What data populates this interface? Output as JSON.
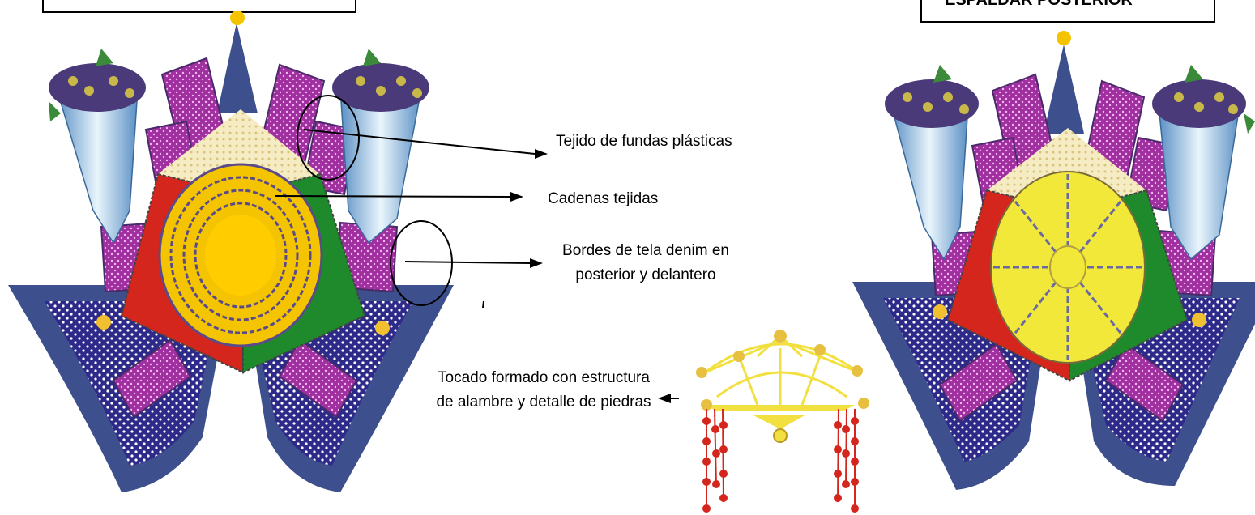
{
  "headers": {
    "right_title": "ESPALDAR POSTERIOR"
  },
  "annotations": {
    "fundas": "Tejido de  fundas plásticas",
    "cadenas": "Cadenas tejidas",
    "bordes": "Bordes de tela denim en posterior y delantero",
    "tocado": "Tocado formado con estructura de alambre y detalle  de piedras"
  },
  "colors": {
    "navy": "#3d4f8c",
    "indigo": "#2e2a8a",
    "purple": "#8b2f8f",
    "magenta": "#b03fb3",
    "red": "#d4261c",
    "green": "#1f8a2c",
    "gold": "#f5c400",
    "yellow": "#f2e83a",
    "cream": "#f3e7b5",
    "lightblue": "#a8d4ec",
    "grape": "#4a3a7a",
    "leaf": "#3a8a3a"
  }
}
